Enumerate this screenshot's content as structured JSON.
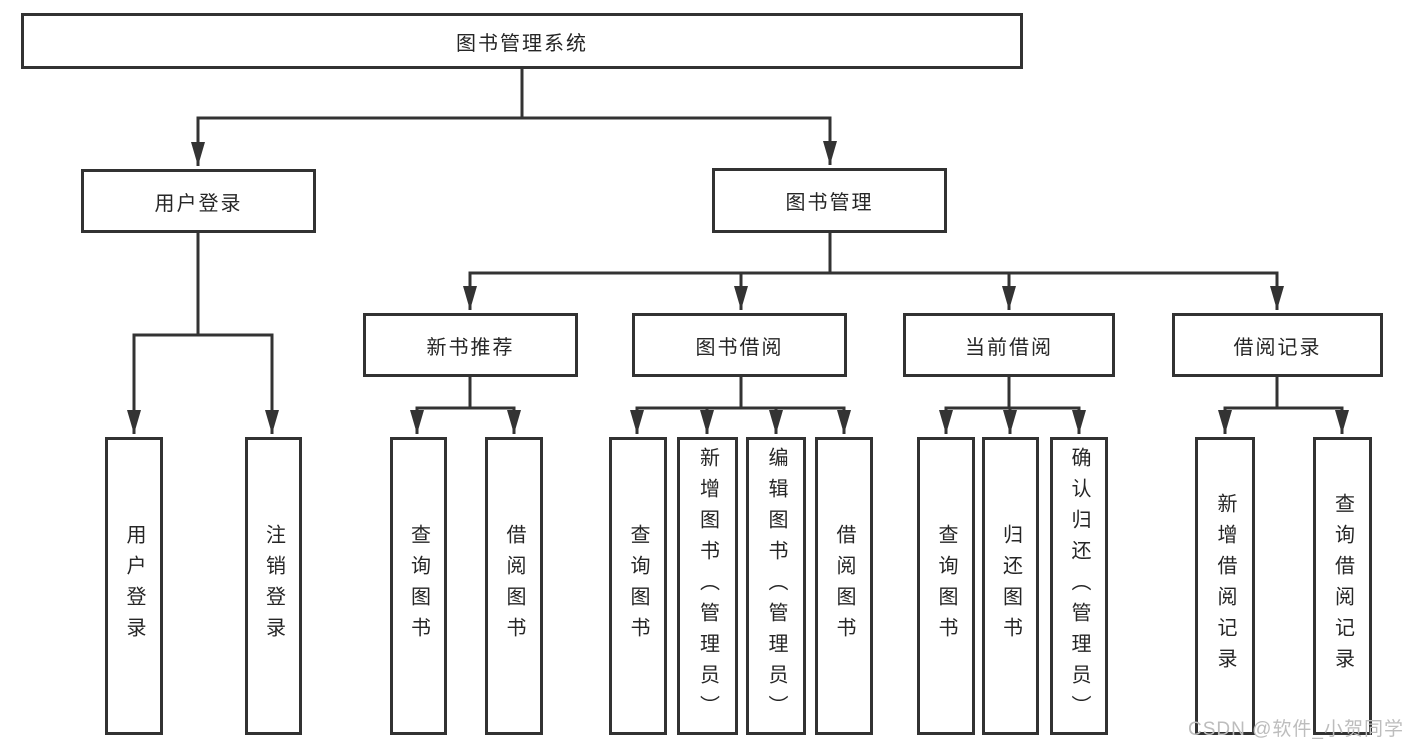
{
  "tree": {
    "root": {
      "label": "图书管理系统"
    },
    "user_login": {
      "label": "用户登录",
      "children": [
        {
          "label": "用户登录"
        },
        {
          "label": "注销登录"
        }
      ]
    },
    "book_mgmt": {
      "label": "图书管理",
      "sections": [
        {
          "label": "新书推荐",
          "children": [
            {
              "label": "查询图书"
            },
            {
              "label": "借阅图书"
            }
          ]
        },
        {
          "label": "图书借阅",
          "children": [
            {
              "label": "查询图书"
            },
            {
              "label": "新增图书（管理员）"
            },
            {
              "label": "编辑图书（管理员）"
            },
            {
              "label": "借阅图书"
            }
          ]
        },
        {
          "label": "当前借阅",
          "children": [
            {
              "label": "查询图书"
            },
            {
              "label": "归还图书"
            },
            {
              "label": "确认归还（管理员）"
            }
          ]
        },
        {
          "label": "借阅记录",
          "children": [
            {
              "label": "新增借阅记录"
            },
            {
              "label": "查询借阅记录"
            }
          ]
        }
      ]
    }
  },
  "watermark": {
    "text": "CSDN @软件_小贺同学"
  },
  "colors": {
    "box_border": "#323232",
    "connector_line": "#333333",
    "text": "#262626",
    "background": "#ffffff",
    "watermark": "#bdbdbd"
  }
}
